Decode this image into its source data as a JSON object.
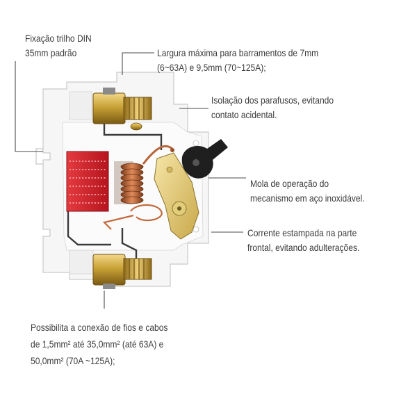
{
  "callouts": {
    "din_rail": {
      "line1": "Fixação trilho DIN",
      "line2": "35mm padrão"
    },
    "busbar_width": {
      "line1": "Largura máxima para barramentos de 7mm",
      "line2": "(6~63A) e 9,5mm (70~125A);"
    },
    "screw_insulation": {
      "line1": "Isolação dos parafusos, evitando",
      "line2": "contato acidental."
    },
    "spring": {
      "line1": "Mola de operação do",
      "line2": "mecanismo em aço inoxidável."
    },
    "stamped_current": {
      "line1": "Corrente estampada na parte",
      "line2": "frontal, evitando adulterações."
    },
    "wire_connection": {
      "line1": "Possibilita a conexão de fios e cabos",
      "line2": "de 1,5mm² até 35,0mm² (até 63A) e",
      "line3": "50,0mm² (70A ~125A);"
    }
  },
  "colors": {
    "housing": "#f6f6f6",
    "housing_stroke": "#c9c9c9",
    "arc_chute": "#d0232d",
    "brass": "#c9a236",
    "copper_coil": "#b9653a",
    "lever": "#222222",
    "leader": "#4a4a4a"
  }
}
